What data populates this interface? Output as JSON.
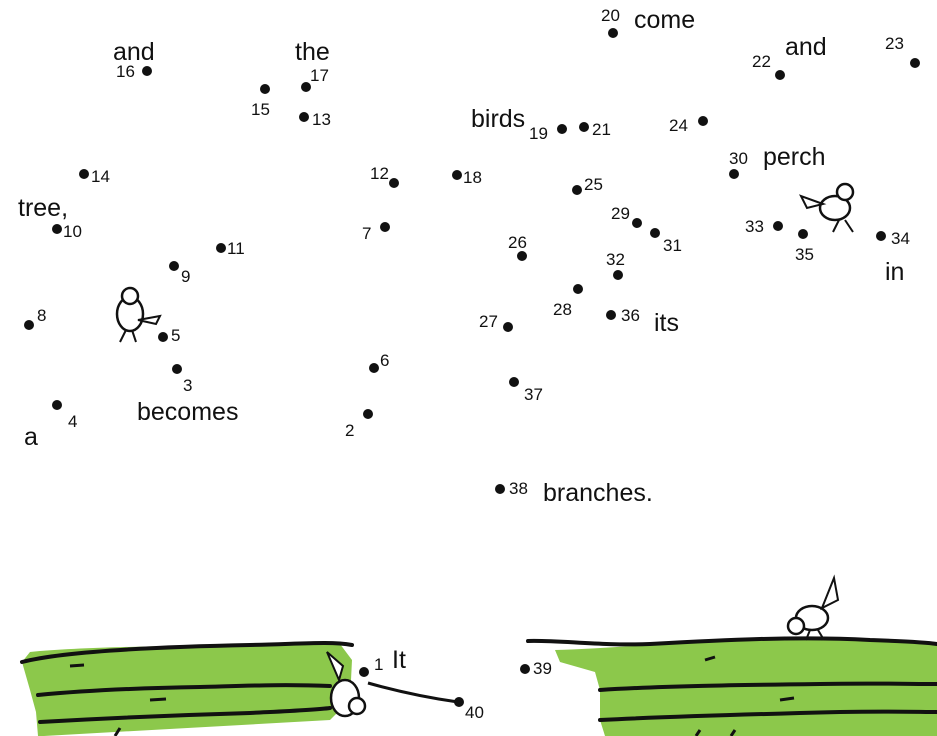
{
  "words": [
    {
      "id": "and-left",
      "text": "and"
    },
    {
      "id": "the",
      "text": "the"
    },
    {
      "id": "come",
      "text": "come"
    },
    {
      "id": "and-right",
      "text": "and"
    },
    {
      "id": "birds",
      "text": "birds"
    },
    {
      "id": "perch",
      "text": "perch"
    },
    {
      "id": "tree",
      "text": "tree,"
    },
    {
      "id": "in",
      "text": "in"
    },
    {
      "id": "its",
      "text": "its"
    },
    {
      "id": "becomes",
      "text": "becomes"
    },
    {
      "id": "a",
      "text": "a"
    },
    {
      "id": "branches",
      "text": "branches."
    },
    {
      "id": "it",
      "text": "It"
    }
  ],
  "dots": [
    {
      "n": "1"
    },
    {
      "n": "2"
    },
    {
      "n": "3"
    },
    {
      "n": "4"
    },
    {
      "n": "5"
    },
    {
      "n": "6"
    },
    {
      "n": "7"
    },
    {
      "n": "8"
    },
    {
      "n": "9"
    },
    {
      "n": "10"
    },
    {
      "n": "11"
    },
    {
      "n": "12"
    },
    {
      "n": "13"
    },
    {
      "n": "14"
    },
    {
      "n": "15"
    },
    {
      "n": "16"
    },
    {
      "n": "17"
    },
    {
      "n": "18"
    },
    {
      "n": "19"
    },
    {
      "n": "20"
    },
    {
      "n": "21"
    },
    {
      "n": "22"
    },
    {
      "n": "23"
    },
    {
      "n": "24"
    },
    {
      "n": "25"
    },
    {
      "n": "26"
    },
    {
      "n": "27"
    },
    {
      "n": "28"
    },
    {
      "n": "29"
    },
    {
      "n": "30"
    },
    {
      "n": "31"
    },
    {
      "n": "32"
    },
    {
      "n": "33"
    },
    {
      "n": "34"
    },
    {
      "n": "35"
    },
    {
      "n": "36"
    },
    {
      "n": "37"
    },
    {
      "n": "38"
    },
    {
      "n": "39"
    },
    {
      "n": "40"
    }
  ],
  "colors": {
    "ink": "#111111",
    "grass": "#8cc84b",
    "paper": "#ffffff"
  },
  "icons": [
    "bird-icon"
  ]
}
